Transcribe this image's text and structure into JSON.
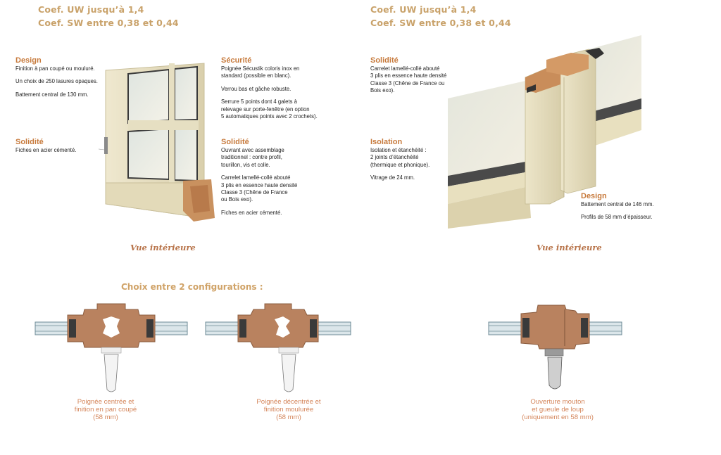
{
  "left": {
    "coef_uw": "Coef. UW jusqu’à 1,4",
    "coef_sw": "Coef. SW entre 0,38 et 0,44",
    "design": {
      "title": "Design",
      "lines": [
        "Finition à pan coupé ou mouluré.",
        "Un choix de 250 lasures opaques.",
        "Battement central de 130 mm."
      ]
    },
    "solidite_left": {
      "title": "Solidité",
      "lines": [
        "Fiches en acier cémenté."
      ]
    },
    "securite": {
      "title": "Sécurité",
      "lines": [
        "Poignée Sécustik coloris inox en",
        "standard (possible en blanc).",
        "Verrou bas et gâche robuste.",
        "Serrure 5 points dont 4 galets à",
        "relevage sur porte-fenêtre (en option",
        "5 automatiques points avec 2 crochets)."
      ]
    },
    "solidite_right": {
      "title": "Solidité",
      "lines": [
        "Ouvrant avec assemblage",
        "traditionnel : contre profil,",
        "tourillon, vis et colle.",
        "Carrelet lamellé-collé abouté",
        "3 plis en essence haute densité",
        "Classe 3 (Chêne de France",
        "ou Bois exo).",
        "Fiches en acier cémenté."
      ]
    },
    "vue": "Vue intérieure"
  },
  "right": {
    "coef_uw": "Coef. UW jusqu’à 1,4",
    "coef_sw": "Coef. SW entre 0,38 et 0,44",
    "solidite": {
      "title": "Solidité",
      "lines": [
        "Carrelet lamellé-collé abouté",
        "3 plis en essence haute densité",
        "Classe 3 (Chêne de France ou",
        "Bois exo)."
      ]
    },
    "isolation": {
      "title": "Isolation",
      "lines": [
        "Isolation et étanchéité :",
        "2 joints d’étanchéité",
        "(thermique et phonique).",
        "Vitrage de 24 mm."
      ]
    },
    "design": {
      "title": "Design",
      "lines": [
        "Battement central de 146 mm.",
        "Profils de 58 mm d’épaisseur."
      ]
    },
    "vue": "Vue intérieure"
  },
  "configs": {
    "title": "Choix entre 2 configurations :",
    "items": [
      {
        "lines": [
          "Poignée centrée et",
          "finition en pan coupé",
          "(58 mm)"
        ]
      },
      {
        "lines": [
          "Poignée décentrée et",
          "finition moulurée",
          "(58 mm)"
        ]
      },
      {
        "lines": [
          "Ouverture mouton",
          "et gueule de loup",
          "(uniquement en 58 mm)"
        ]
      }
    ]
  },
  "colors": {
    "accent_title": "#c77a3c",
    "coef": "#c9a26a",
    "caption": "#d4855a",
    "wood_profile": "#b9825f",
    "frame_cream": "#e9e2c6"
  }
}
